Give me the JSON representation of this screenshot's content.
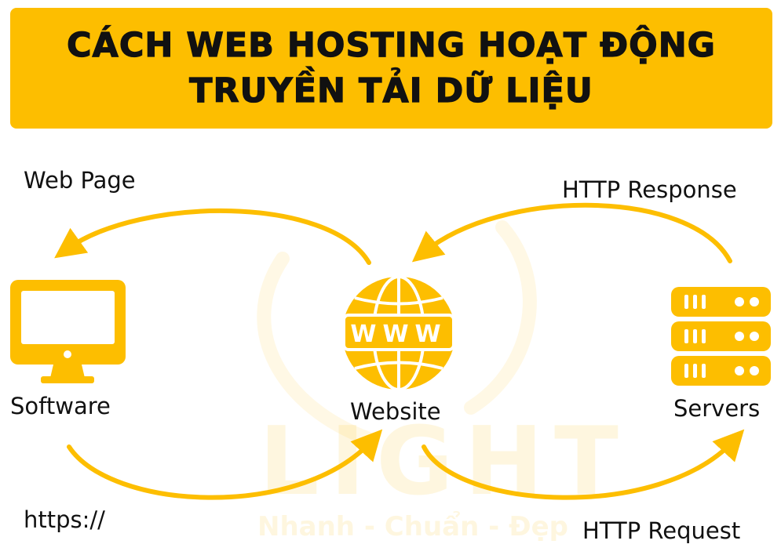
{
  "title": {
    "line1": "CÁCH WEB HOSTING HOẠT ĐỘNG",
    "line2": "TRUYỀN TẢI DỮ LIỆU"
  },
  "labels": {
    "web_page": "Web Page",
    "http_response": "HTTP Response",
    "software": "Software",
    "website": "Website",
    "servers": "Servers",
    "https": "https://",
    "http_request": "HTTP Request"
  },
  "globe_text": "WWW",
  "watermark": {
    "brand": "LIGHT",
    "slogan": "Nhanh - Chuẩn - Đẹp"
  },
  "colors": {
    "accent": "#FDBE00",
    "text": "#111111",
    "background": "#ffffff"
  },
  "icons": {
    "software": "monitor-icon",
    "website": "globe-www-icon",
    "servers": "server-stack-icon"
  }
}
